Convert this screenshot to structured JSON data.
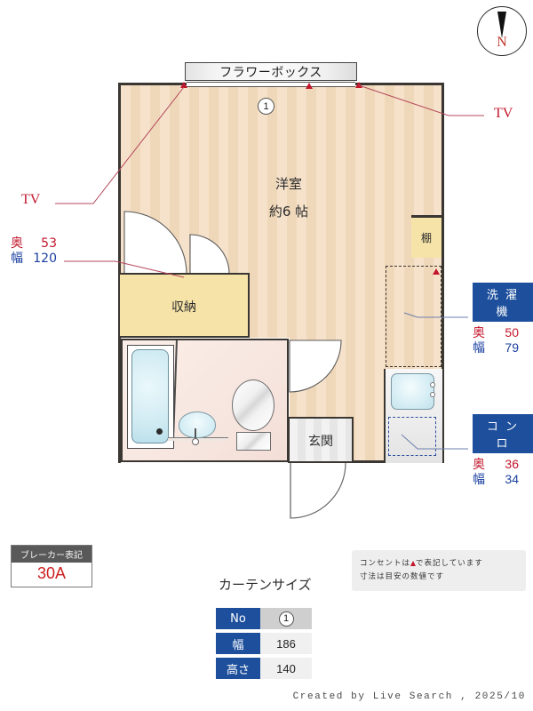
{
  "compass": {
    "direction": "N"
  },
  "plan": {
    "window_label": "フラワーボックス",
    "window_number": "1",
    "rooms": [
      {
        "name": "洋室",
        "size": "約6 帖"
      }
    ],
    "room_main_label": "洋室",
    "room_main_size": "約6 帖",
    "storage_label": "収納",
    "shelf_label": "棚",
    "entrance_label": "玄関"
  },
  "annotations": {
    "tv_left": "TV",
    "tv_right": "TV",
    "closet": {
      "depth_key": "奥",
      "depth_val": "53",
      "width_key": "幅",
      "width_val": "120"
    },
    "washer": {
      "title": "洗 濯 機",
      "depth_key": "奥",
      "depth_val": "50",
      "width_key": "幅",
      "width_val": "79"
    },
    "stove": {
      "title": "コ ン ロ",
      "depth_key": "奥",
      "depth_val": "36",
      "width_key": "幅",
      "width_val": "34"
    }
  },
  "breaker": {
    "title": "ブレーカー表記",
    "value": "30A"
  },
  "curtain": {
    "title": "カーテンサイズ",
    "rows": [
      {
        "header": "No",
        "value": "1"
      },
      {
        "header": "幅",
        "value": "186"
      },
      {
        "header": "高さ",
        "value": "140"
      }
    ]
  },
  "note": {
    "line1_pre": "コンセントは",
    "line1_post": "で表記しています",
    "line2": "寸法は目安の数値です"
  },
  "footer": {
    "text": "Created by Live Search , 2025/10"
  },
  "colors": {
    "accent_blue": "#1d4f9c",
    "accent_red": "#c2152b",
    "floor": "#f6e2ca",
    "storage": "#f6e3a8",
    "wall": "#3a3632"
  }
}
